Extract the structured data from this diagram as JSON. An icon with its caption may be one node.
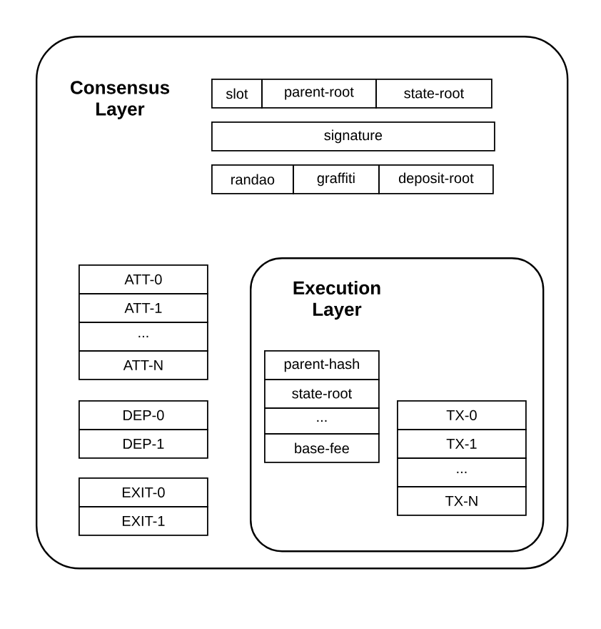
{
  "diagram": {
    "nodes": [
      {
        "text": [
          "Consensus Layer"
        ]
      },
      {
        "text": [
          "slot"
        ],
        "in": 0
      },
      {
        "text": [
          "parent-root"
        ],
        "in": 0
      },
      {
        "text": [
          "state-root"
        ],
        "in": 0
      },
      {
        "text": [
          "signature"
        ],
        "in": 0
      },
      {
        "text": [
          "randao"
        ],
        "in": 0
      },
      {
        "text": [
          "graffiti"
        ],
        "in": 0
      },
      {
        "text": [
          "deposit-root"
        ],
        "in": 0
      },
      {
        "text": [
          "ATT-0"
        ],
        "in": 0
      },
      {
        "text": [
          "ATT-1"
        ],
        "in": 0
      },
      {
        "text": [
          "..."
        ],
        "in": 0
      },
      {
        "text": [
          "ATT-N"
        ],
        "in": 0
      },
      {
        "text": [
          "DEP-0"
        ],
        "in": 0
      },
      {
        "text": [
          "DEP-1"
        ],
        "in": 0
      },
      {
        "text": [
          "EXIT-0"
        ],
        "in": 0
      },
      {
        "text": [
          "EXIT-1"
        ],
        "in": 0
      },
      {
        "text": [
          "Execution Layer"
        ],
        "in": 0
      },
      {
        "text": [
          "parent-hash"
        ],
        "in": 16
      },
      {
        "text": [
          "state-root"
        ],
        "in": 16
      },
      {
        "text": [
          "..."
        ],
        "in": 16
      },
      {
        "text": [
          "base-fee"
        ],
        "in": 16
      },
      {
        "text": [
          "TX-0"
        ],
        "in": 16
      },
      {
        "text": [
          "TX-1"
        ],
        "in": 16
      },
      {
        "text": [
          "..."
        ],
        "in": 16
      },
      {
        "text": [
          "TX-N"
        ],
        "in": 16
      }
    ]
  }
}
